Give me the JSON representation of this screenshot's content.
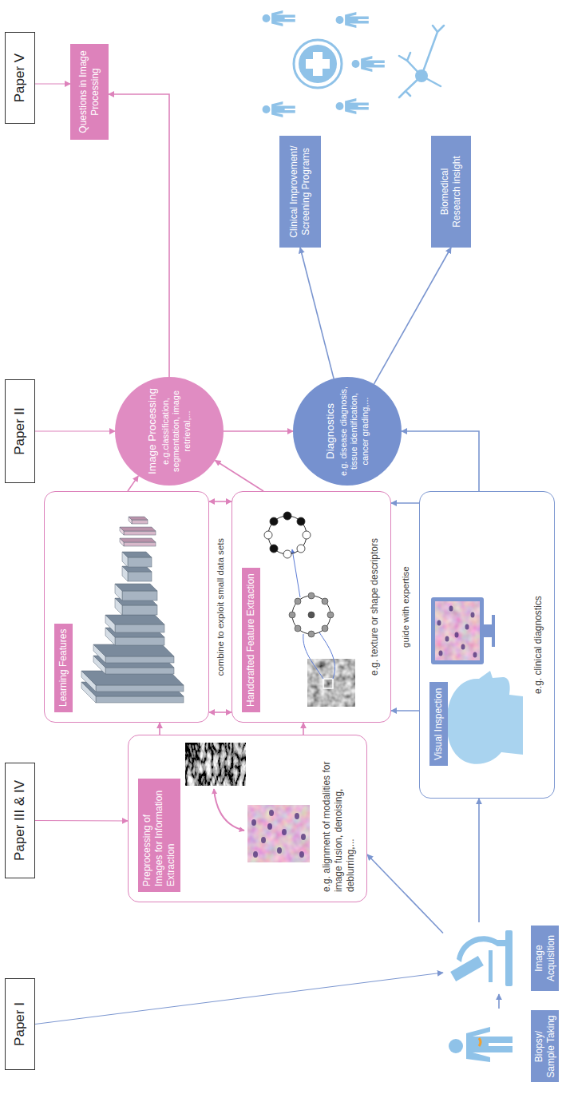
{
  "diagram": {
    "nodes": [
      {
        "text": [
          "Paper I"
        ]
      },
      {
        "text": [
          "Paper III & IV"
        ]
      },
      {
        "text": [
          "Paper II"
        ]
      },
      {
        "text": [
          "Paper V"
        ]
      },
      {
        "text": [
          "Biopsy/ Sample Taking"
        ]
      },
      {
        "text": [
          "Image Acquisition"
        ]
      },
      {
        "text": [
          "Preprocessing of Images for Information Extraction",
          "e.g. alignment of modalities for image fusion, denoising, deblurring,..."
        ]
      },
      {
        "text": [
          "Learning Features"
        ]
      },
      {
        "text": [
          "Handcrafted Feature Extraction",
          "e.g. texture or shape descriptors"
        ]
      },
      {
        "text": [
          "Visual Inspection",
          "e.g. clinical diagnostics"
        ]
      },
      {
        "text": [
          "Image Processing",
          "e.g.classification, segmentation, image retrieval,..."
        ]
      },
      {
        "text": [
          "Diagnostics",
          "e.g. disease diagnosis, tissue identification, cancer grading,..."
        ]
      },
      {
        "text": [
          "Questions in Image Processing"
        ]
      },
      {
        "text": [
          "Clinical Improvement/ Screening Programs"
        ]
      },
      {
        "text": [
          "Biomedical Research insight"
        ]
      }
    ],
    "edges": [
      {
        "from": 0,
        "to": 5,
        "arrow": "to"
      },
      {
        "from": 1,
        "to": 6,
        "arrow": "to"
      },
      {
        "from": 2,
        "to": 10,
        "arrow": "to"
      },
      {
        "from": 3,
        "to": 12,
        "arrow": "to"
      },
      {
        "from": 4,
        "to": 5,
        "arrow": "to"
      },
      {
        "from": 5,
        "to": 6,
        "arrow": "to"
      },
      {
        "from": 5,
        "to": 9,
        "arrow": "to"
      },
      {
        "from": 6,
        "to": 7,
        "arrow": "to"
      },
      {
        "from": 6,
        "to": 8,
        "arrow": "to"
      },
      {
        "from": 7,
        "to": 8,
        "arrow": "both"
      },
      {
        "from": 7,
        "to": 8,
        "arrow": "both"
      },
      {
        "from": 9,
        "to": 8,
        "arrow": "to"
      },
      {
        "from": 9,
        "to": 8,
        "arrow": "to"
      },
      {
        "from": 7,
        "to": 10,
        "arrow": "to"
      },
      {
        "from": 8,
        "to": 10,
        "arrow": "to"
      },
      {
        "from": 9,
        "to": 11,
        "arrow": "to"
      },
      {
        "from": 10,
        "to": 11,
        "arrow": "to"
      },
      {
        "from": 10,
        "to": 12,
        "arrow": "to"
      },
      {
        "from": 11,
        "to": 13,
        "arrow": "to"
      },
      {
        "from": 11,
        "to": 14,
        "arrow": "to"
      }
    ],
    "labels": [
      "combine to exploit small data sets",
      "guide with expertise"
    ]
  }
}
